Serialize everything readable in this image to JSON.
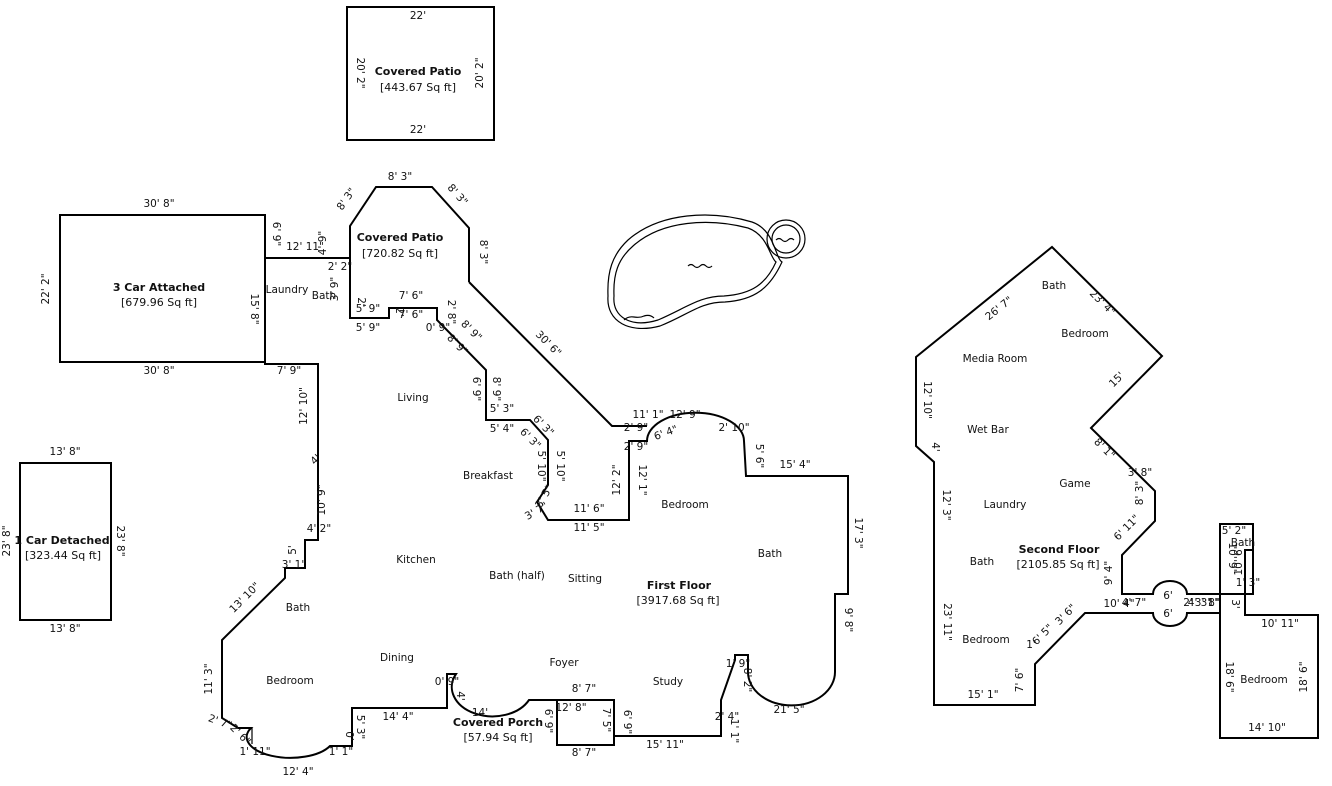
{
  "colors": {
    "wall": "#000000",
    "text": "#111111",
    "background": "#ffffff"
  },
  "icons": {
    "pool": "pool-icon",
    "water": "water-wave-icon"
  },
  "areas": {
    "covered_patio_top": {
      "name": "Covered Patio",
      "area": "[443.67 Sq ft]"
    },
    "covered_patio": {
      "name": "Covered Patio",
      "area": "[720.82 Sq ft]"
    },
    "three_car": {
      "name": "3 Car Attached",
      "area": "[679.96 Sq ft]"
    },
    "one_car": {
      "name": "1 Car Detached",
      "area": "[323.44 Sq ft]"
    },
    "first_floor": {
      "name": "First Floor",
      "area": "[3917.68 Sq ft]"
    },
    "covered_porch": {
      "name": "Covered Porch",
      "area": "[57.94 Sq ft]"
    },
    "second_floor": {
      "name": "Second Floor",
      "area": "[2105.85 Sq ft]"
    }
  },
  "rooms": [
    "Laundry",
    "Bath",
    "Living",
    "Breakfast",
    "Bedroom",
    "Bath",
    "Kitchen",
    "Bath (half)",
    "Sitting",
    "Bath",
    "Dining",
    "Foyer",
    "Study",
    "Bedroom",
    "Bath",
    "Bedroom",
    "Media Room",
    "Wet Bar",
    "Game",
    "Laundry",
    "Bath",
    "Bedroom",
    "Bath",
    "Bedroom"
  ],
  "dims": [
    "22'",
    "22'",
    "20' 2\"",
    "20' 2\"",
    "30' 8\"",
    "30' 8\"",
    "22' 2\"",
    "15' 8\"",
    "6' 9\"",
    "12' 11\"",
    "4' 9\"",
    "2' 2\"",
    "3' 9\"",
    "5' 9\"",
    "5' 9\"",
    "2'",
    "7' 6\"",
    "7' 6\"",
    "2'",
    "2' 8\"",
    "0' 9\"",
    "8' 3\"",
    "8' 3\"",
    "8' 3\"",
    "8' 3\"",
    "8' 9\"",
    "8' 9\"",
    "30' 6\"",
    "6' 9\"",
    "8' 9\"",
    "5' 3\"",
    "5' 4\"",
    "6' 3\"",
    "6' 3\"",
    "5' 10\"",
    "5' 10\"",
    "3' 5\"",
    "3' 7\"",
    "11' 6\"",
    "11' 5\"",
    "12' 2\"",
    "12' 1\"",
    "11' 1\"",
    "2' 9\"",
    "2' 9\"",
    "12' 9\"",
    "6' 4\"",
    "2' 10\"",
    "5' 6\"",
    "15' 4\"",
    "17' 3\"",
    "9' 8\"",
    "21' 5\"",
    "1' 9\"",
    "8' 2\"",
    "2' 4\"",
    "1' 1\"",
    "15' 11\"",
    "6' 9\"",
    "7' 5\"",
    "8' 7\"",
    "12' 8\"",
    "8' 7\"",
    "6' 9\"",
    "14' 4\"",
    "0' 9\"",
    "4'",
    "14'",
    "5' 3\"",
    "0'",
    "1' 1\"",
    "12' 4\"",
    "1' 11\"",
    "2' 7\"",
    "2' 6\"",
    "11' 3\"",
    "13' 10\"",
    "3' 1\"",
    "5'",
    "4' 2\"",
    "10' 9\"",
    "4'",
    "12' 10\"",
    "7' 9\"",
    "13' 8\"",
    "13' 8\"",
    "23' 8\"",
    "23' 8\"",
    "26' 7\"",
    "23' 4\"",
    "15'",
    "12' 10\"",
    "4'",
    "8' 1\"",
    "3' 8\"",
    "8' 3\"",
    "6' 11\"",
    "12' 3\"",
    "9' 4\"",
    "10' 4\"",
    "4' 7\"",
    "6'",
    "6'",
    "2'",
    "4' 3\"",
    "3' 1\"",
    "8\"",
    "3' 6\"",
    "6' 5\"",
    "1'",
    "23' 11\"",
    "7' 6\"",
    "15' 1\"",
    "5' 2\"",
    "10' 9\"",
    "10' 6\"",
    "1' 3\"",
    "3'",
    "10' 11\"",
    "18' 6\"",
    "18' 6\"",
    "14' 10\""
  ]
}
